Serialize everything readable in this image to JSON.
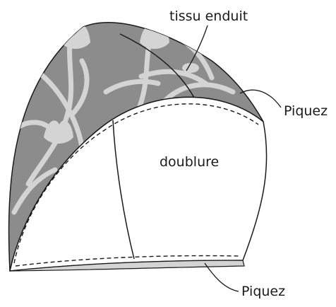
{
  "labels": {
    "outer_fabric": "tissu enduit",
    "lining": "doublure",
    "stitch_top": "Piquez",
    "stitch_bottom": "Piquez"
  },
  "colors": {
    "fabric_fill": "#8c8c8c",
    "pattern_fill": "#d4d4d4",
    "lining_fill": "#ffffff",
    "outline": "#1a1a1a"
  }
}
